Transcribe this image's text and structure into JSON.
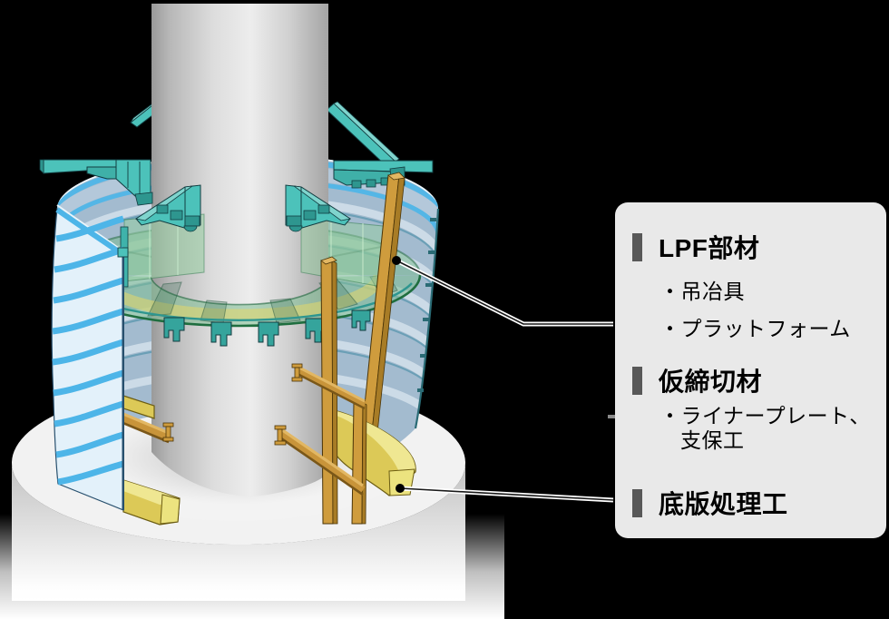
{
  "legend": {
    "items": [
      {
        "type": "header",
        "label": "LPF部材"
      },
      {
        "type": "bullet",
        "label": "・吊冶具"
      },
      {
        "type": "bullet",
        "label": "・プラットフォーム"
      },
      {
        "type": "header",
        "label": "仮締切材"
      },
      {
        "type": "bullet",
        "label": "・ライナープレート、",
        "label2": "支保工"
      },
      {
        "type": "header",
        "label": "底版処理工"
      }
    ]
  },
  "colors": {
    "background": "#000000",
    "teal": "#4cc2ba",
    "teal_dark": "#2e968f",
    "teal_light": "#7fd4cd",
    "liner_panel": "#e3f1fa",
    "liner_band": "#4db5e8",
    "interior_wall": "#a3bbcf",
    "interior_stripe": "#ccdbe7",
    "platform_green": "#7dbd91",
    "platform_rim": "#1f6e3f",
    "timber": "#cf9c3d",
    "yellow_top": "#efe792",
    "yellow_side": "#dcc957",
    "pedestal": "#f2f2f2",
    "legend_bg": "#e9e9e9",
    "legend_bar": "#585858",
    "legend_text": "#000000",
    "leader_casing": "#ffffff",
    "leader_core": "#1a1a1a"
  }
}
